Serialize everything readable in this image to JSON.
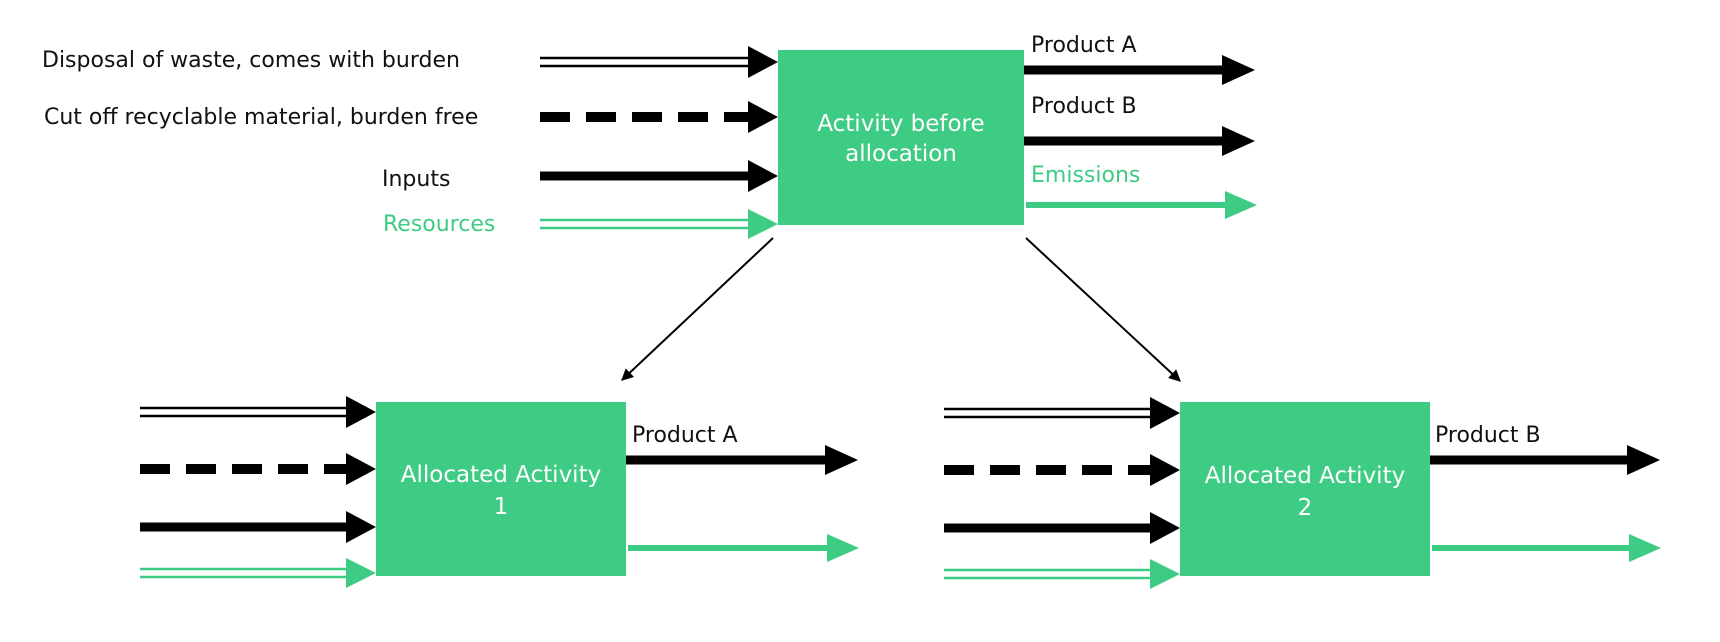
{
  "colors": {
    "box_fill": "#3ecb83",
    "accent_green": "#3ecb83",
    "arrow_black": "#000000",
    "text_black": "#111111",
    "box_text": "#ffffff"
  },
  "top": {
    "box_line1": "Activity before",
    "box_line2": "allocation",
    "inputs": {
      "waste": "Disposal of waste, comes with burden",
      "cutoff": "Cut off recyclable material, burden free",
      "inputs": "Inputs",
      "resources": "Resources"
    },
    "outputs": {
      "product_a": "Product A",
      "product_b": "Product B",
      "emissions": "Emissions"
    }
  },
  "bottom_left": {
    "box_line1": "Allocated Activity",
    "box_line2": "1",
    "output_label": "Product A"
  },
  "bottom_right": {
    "box_line1": "Allocated Activity",
    "box_line2": "2",
    "output_label": "Product B"
  }
}
